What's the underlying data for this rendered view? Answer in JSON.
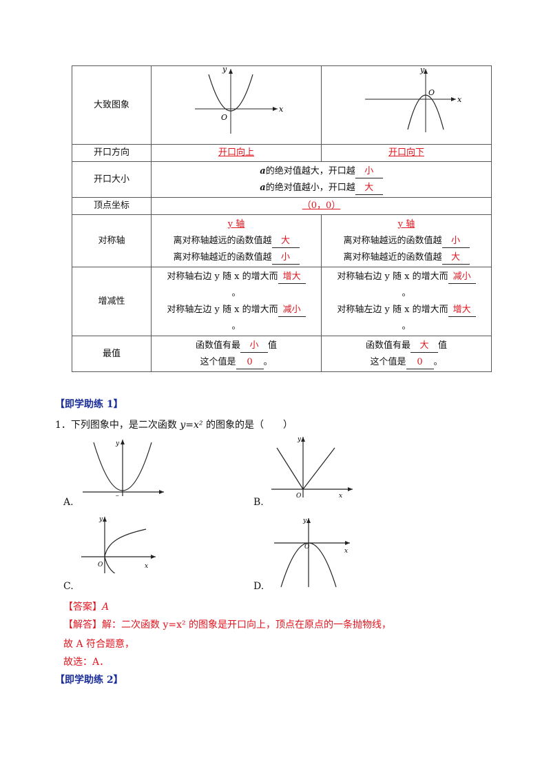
{
  "table": {
    "rows": {
      "graph": {
        "label": "大致图象"
      },
      "direction": {
        "label": "开口方向",
        "left": "开口向上",
        "right": "开口向下"
      },
      "size": {
        "label": "开口大小",
        "line1_pre": "的绝对值越大，开口越",
        "line1_val": "小",
        "line2_pre": "的绝对值越小，开口越",
        "line2_val": "大",
        "var": "a"
      },
      "vertex": {
        "label": "顶点坐标",
        "value": "（0，0）"
      },
      "axis": {
        "label": "对称轴",
        "left_title": "y 轴",
        "right_title": "y 轴",
        "far_pre": "离对称轴越远的函数值越",
        "near_pre": "离对称轴越近的函数值越",
        "left_far": "大",
        "left_near": "小",
        "right_far": "小",
        "right_near": "大"
      },
      "monotonic": {
        "label": "增减性",
        "right_pre": "对称轴右边 y 随 x 的增大而",
        "left_pre": "对称轴左边 y 随 x 的增大而",
        "dot": "。",
        "left_col_right": "增大",
        "left_col_left": "减小",
        "right_col_right": "减小",
        "right_col_left": "增大"
      },
      "extreme": {
        "label": "最值",
        "pre": "函数值有最",
        "post": "值",
        "pre2": "这个值是",
        "post2": "。",
        "left_val": "小",
        "left_num": "0",
        "right_val": "大",
        "right_num": "0"
      }
    },
    "graph_labels": {
      "y": "y",
      "x": "x",
      "o": "O"
    }
  },
  "section1": {
    "title": "【即学助练 1】"
  },
  "question": {
    "number": "1．",
    "text_pre": "下列图象中，是二次函数 ",
    "formula": "y=x²",
    "text_post": " 的图象的是（　　）",
    "options": [
      "A.",
      "B.",
      "C.",
      "D."
    ]
  },
  "answer": {
    "answer_label": "【答案】",
    "answer_value": "A",
    "explain_label": "【解答】",
    "explain_text": "解：二次函数 y=x² 的图象是开口向上，顶点在原点的一条抛物线，",
    "line2": "故 A 符合题意，",
    "line3": "故选：A．"
  },
  "section2": {
    "title": "【即学助练 2】"
  }
}
